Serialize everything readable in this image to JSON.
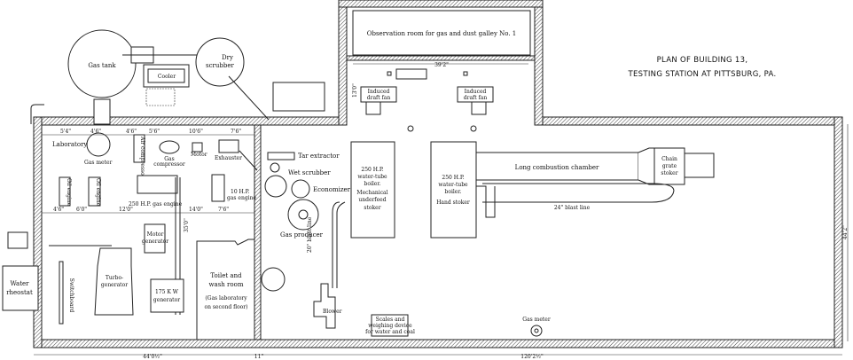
{
  "title": {
    "line1": "PLAN OF BUILDING 13,",
    "line2": "TESTING STATION AT PITTSBURG, PA."
  },
  "rooms": {
    "observation": "Observation room  for gas and dust galley No. 1",
    "toilet": [
      "Toilet and",
      "wash room",
      "(Gas laboratory",
      "on second floor)"
    ],
    "laboratory": "Laboratory"
  },
  "equipment": {
    "gas_tank": "Gas tank",
    "dry_scrubber": [
      "Dry",
      "scrubber"
    ],
    "cooler": "Cooler",
    "gas_meter_left": "Gas meter",
    "air_compressor": "Air compressor",
    "gas_compressor": [
      "Gas",
      "compressor"
    ],
    "motor": "Motor",
    "exhauster": "Exhauster",
    "oil_engine_1": "Oil engine",
    "oil_engine_2": "Oil engine",
    "gas_engine_large": "250 H.P. gas engine",
    "gas_engine_small": [
      "10 H.P.",
      "gas engine"
    ],
    "motor_generator": [
      "Motor",
      "generator"
    ],
    "turbo_generator": [
      "Turbo-",
      "generator"
    ],
    "generator_175": [
      "175 K W",
      "generator"
    ],
    "switchboard": "Switchboard",
    "water_rheostat": [
      "Water",
      "rheostat"
    ],
    "tar_extractor": "Tar extractor",
    "wet_scrubber": "Wet scrubber",
    "economizer": "Economizer",
    "gas_producer": "Gas producer",
    "boiler_1": [
      "250 H.P.",
      "water-tube",
      "boiler.",
      "Mechanical",
      "underfeed",
      "stoker"
    ],
    "boiler_2": [
      "250 H.P.",
      "water-tube",
      "boiler.",
      "Hand stoker"
    ],
    "induced_fan_1": [
      "Induced",
      "draft fan"
    ],
    "induced_fan_2": [
      "Induced",
      "draft fan"
    ],
    "combustion_chamber": "Long combustion chamber",
    "chain_grate": [
      "Chain",
      "grate",
      "stoker"
    ],
    "blast_line_20": "20\" blast line",
    "blast_line_24": "24\" blast line",
    "blower": "Blower",
    "scales": [
      "Scales and",
      "weighing device",
      "for water and coal"
    ],
    "gas_meter_right": "Gas meter"
  },
  "dimensions": {
    "left_width": "44'0½\"",
    "wall_gap": "11\"",
    "right_width": "120'2½\"",
    "depth": "44'2\"",
    "annex_width": "39'2\"",
    "annex_depth": "13'0\"",
    "d1": "4'6\"",
    "d2": "6'0\"",
    "d3": "12'0\"",
    "d4": "14'0\"",
    "d5": "7'6\"",
    "d6": "35'0\"",
    "d7": "5'4\"",
    "d8": "4'6\"",
    "d9": "5'6\"",
    "d10": "10'6\"",
    "d11": "7'6\""
  }
}
